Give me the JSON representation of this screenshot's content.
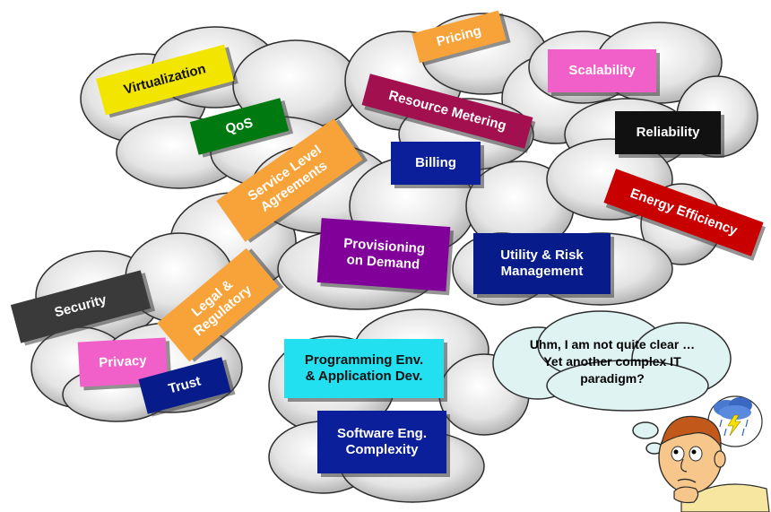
{
  "tags": {
    "virtualization": "Virtualization",
    "qos": "QoS",
    "pricing": "Pricing",
    "scalability": "Scalability",
    "resource_metering": "Resource Metering",
    "reliability": "Reliability",
    "billing": "Billing",
    "sla": "Service Level\nAgreements",
    "energy_efficiency": "Energy Efficiency",
    "provisioning": "Provisioning\non Demand",
    "utility_risk": "Utility & Risk\nManagement",
    "security": "Security",
    "legal": "Legal &\nRegulatory",
    "privacy": "Privacy",
    "trust": "Trust",
    "programming_env": "Programming Env.\n& Application Dev.",
    "software_eng": "Software Eng.\nComplexity"
  },
  "thought_bubble": {
    "text": "Uhm, I am not quite clear …\nYet another complex IT\nparadigm?"
  },
  "colors": {
    "cloud_fill": "#dcdcdc",
    "cloud_stroke": "#333333",
    "thought_fill": "#dff3f3",
    "virtualization": "#f2e600",
    "qos": "#007a10",
    "pricing": "#f7a33a",
    "scalability": "#f060c8",
    "resource_metering": "#a3104f",
    "reliability": "#111111",
    "billing": "#0b1f9a",
    "sla": "#f7a33a",
    "energy_efficiency": "#c80000",
    "provisioning": "#800099",
    "utility_risk": "#071b8a",
    "security": "#3a3a3a",
    "legal": "#f7a33a",
    "privacy": "#f060c8",
    "trust": "#071b8a",
    "programming_env": "#22e0f0",
    "software_eng": "#0b1f9a"
  },
  "icons": {
    "storm_cloud": "storm-cloud-icon",
    "person": "confused-person-icon"
  }
}
